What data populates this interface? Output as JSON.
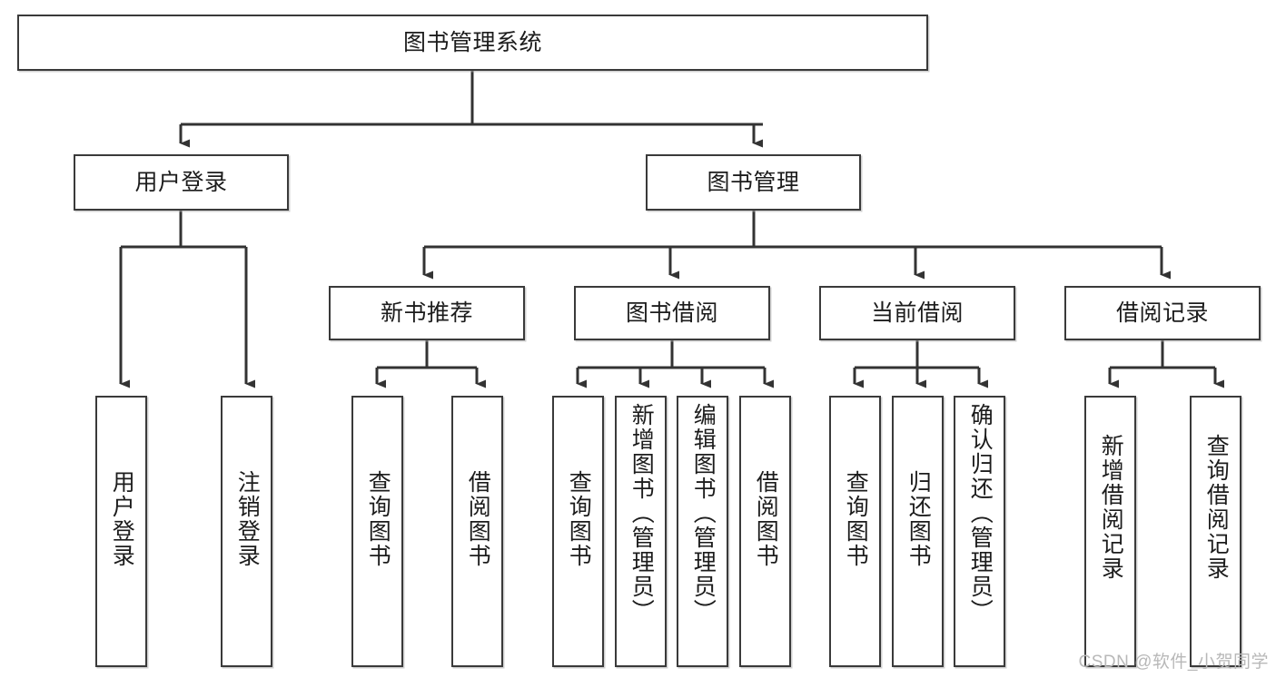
{
  "diagram": {
    "title": "图书管理系统",
    "type": "tree",
    "watermark": "CSDN @软件_小贺同学",
    "colors": {
      "box_border": "#3a3a3a",
      "box_fill": "#ffffff",
      "connector": "#333333",
      "text": "#1c1c1c",
      "watermark": "#b8b8b8"
    },
    "levels": {
      "root": "图书管理系统",
      "level2": [
        "用户登录",
        "图书管理"
      ],
      "level3": [
        "新书推荐",
        "图书借阅",
        "当前借阅",
        "借阅记录"
      ]
    }
  },
  "nodes": {
    "root": {
      "label": "图书管理系统",
      "orientation": "horizontal"
    },
    "user_login": {
      "label": "用户登录",
      "orientation": "horizontal"
    },
    "book_manage": {
      "label": "图书管理",
      "orientation": "horizontal"
    },
    "new_book_rec": {
      "label": "新书推荐",
      "orientation": "horizontal"
    },
    "book_borrow": {
      "label": "图书借阅",
      "orientation": "horizontal"
    },
    "current_borrow": {
      "label": "当前借阅",
      "orientation": "horizontal"
    },
    "borrow_record": {
      "label": "借阅记录",
      "orientation": "horizontal"
    },
    "leaf_user_login": {
      "label": "用户登录",
      "orientation": "vertical"
    },
    "leaf_user_logout": {
      "label": "注销登录",
      "orientation": "vertical"
    },
    "leaf_rec_query": {
      "label": "查询图书",
      "orientation": "vertical"
    },
    "leaf_rec_borrow": {
      "label": "借阅图书",
      "orientation": "vertical"
    },
    "leaf_borrow_query": {
      "label": "查询图书",
      "orientation": "vertical"
    },
    "leaf_borrow_add": {
      "label": "新增图书（管理员）",
      "orientation": "vertical"
    },
    "leaf_borrow_edit": {
      "label": "编辑图书（管理员）",
      "orientation": "vertical"
    },
    "leaf_borrow_lend": {
      "label": "借阅图书",
      "orientation": "vertical"
    },
    "leaf_cur_query": {
      "label": "查询图书",
      "orientation": "vertical"
    },
    "leaf_cur_return": {
      "label": "归还图书",
      "orientation": "vertical"
    },
    "leaf_cur_confirm": {
      "label": "确认归还（管理员）",
      "orientation": "vertical"
    },
    "leaf_rec_add": {
      "label": "新增借阅记录",
      "orientation": "vertical"
    },
    "leaf_rec_search": {
      "label": "查询借阅记录",
      "orientation": "vertical"
    }
  },
  "edges": [
    {
      "from": "图书管理系统",
      "to": "用户登录"
    },
    {
      "from": "图书管理系统",
      "to": "图书管理"
    },
    {
      "from": "用户登录",
      "to": "用户登录"
    },
    {
      "from": "用户登录",
      "to": "注销登录"
    },
    {
      "from": "图书管理",
      "to": "新书推荐"
    },
    {
      "from": "图书管理",
      "to": "图书借阅"
    },
    {
      "from": "图书管理",
      "to": "当前借阅"
    },
    {
      "from": "图书管理",
      "to": "借阅记录"
    },
    {
      "from": "新书推荐",
      "to": "查询图书"
    },
    {
      "from": "新书推荐",
      "to": "借阅图书"
    },
    {
      "from": "图书借阅",
      "to": "查询图书"
    },
    {
      "from": "图书借阅",
      "to": "新增图书（管理员）"
    },
    {
      "from": "图书借阅",
      "to": "编辑图书（管理员）"
    },
    {
      "from": "图书借阅",
      "to": "借阅图书"
    },
    {
      "from": "当前借阅",
      "to": "查询图书"
    },
    {
      "from": "当前借阅",
      "to": "归还图书"
    },
    {
      "from": "当前借阅",
      "to": "确认归还（管理员）"
    },
    {
      "from": "借阅记录",
      "to": "新增借阅记录"
    },
    {
      "from": "借阅记录",
      "to": "查询借阅记录"
    }
  ]
}
